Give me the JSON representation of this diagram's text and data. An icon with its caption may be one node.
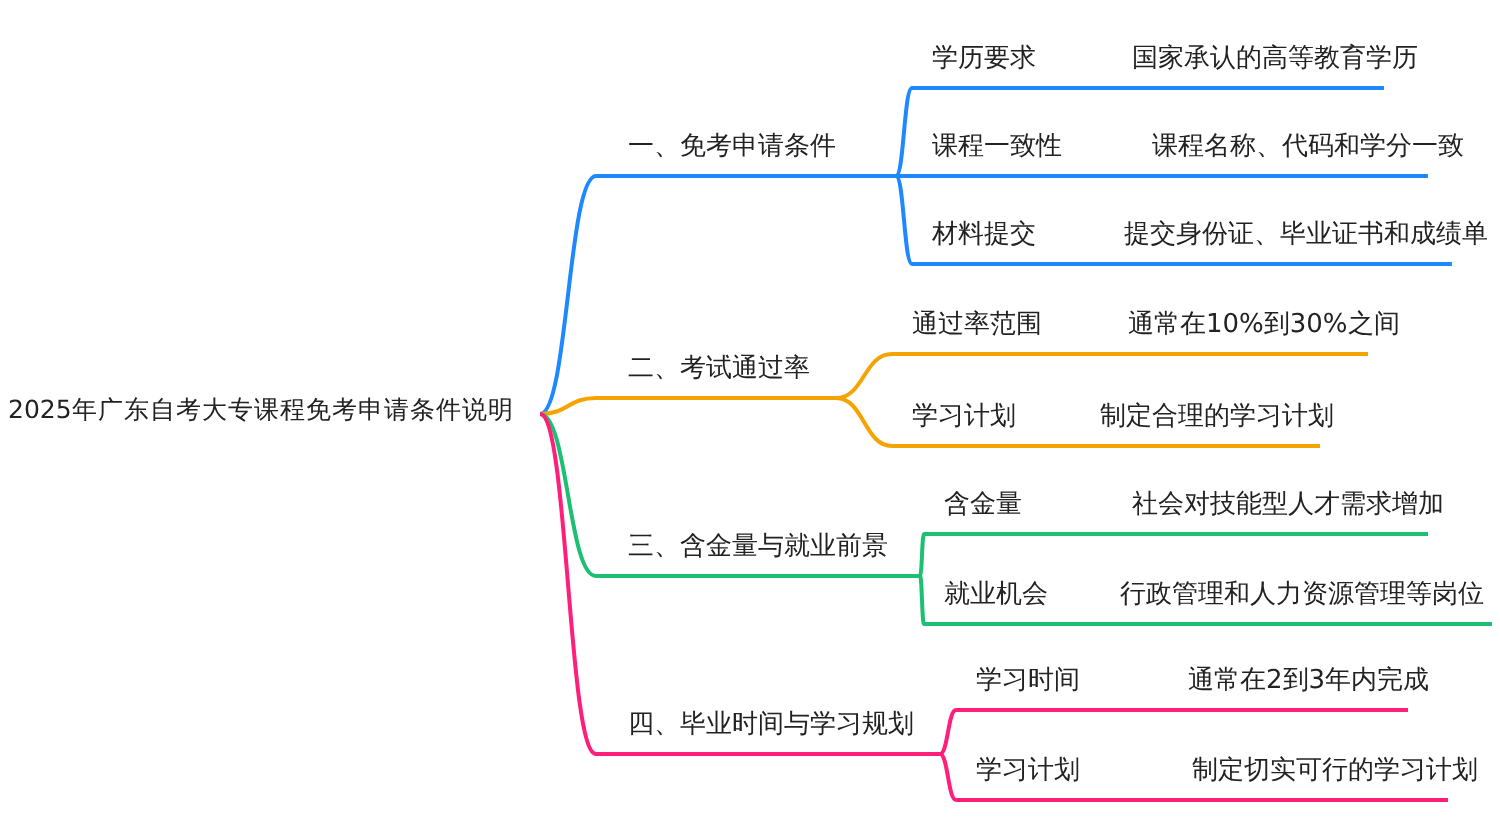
{
  "diagram": {
    "nodes": [
      {
        "text": [
          "2025年广东自考大专课程免考申请条件说明"
        ]
      },
      {
        "text": [
          "一、免考申请条件"
        ]
      },
      {
        "text": [
          "学历要求",
          "国家承认的高等教育学历"
        ]
      },
      {
        "text": [
          "课程一致性",
          "课程名称、代码和学分一致"
        ]
      },
      {
        "text": [
          "材料提交",
          "提交身份证、毕业证书和成绩单"
        ]
      },
      {
        "text": [
          "二、考试通过率"
        ]
      },
      {
        "text": [
          "通过率范围",
          "通常在10%到30%之间"
        ]
      },
      {
        "text": [
          "学习计划",
          "制定合理的学习计划"
        ]
      },
      {
        "text": [
          "三、含金量与就业前景"
        ]
      },
      {
        "text": [
          "含金量",
          "社会对技能型人才需求增加"
        ]
      },
      {
        "text": [
          "就业机会",
          "行政管理和人力资源管理等岗位"
        ]
      },
      {
        "text": [
          "四、毕业时间与学习规划"
        ]
      },
      {
        "text": [
          "学习时间",
          "通常在2到3年内完成"
        ]
      },
      {
        "text": [
          "学习计划",
          "制定切实可行的学习计划"
        ]
      }
    ],
    "edges": [
      {
        "from": 0,
        "to": 1,
        "arrow": "none",
        "color": "#1e88ff"
      },
      {
        "from": 1,
        "to": 2,
        "arrow": "none",
        "color": "#1e88ff"
      },
      {
        "from": 1,
        "to": 3,
        "arrow": "none",
        "color": "#1e88ff"
      },
      {
        "from": 1,
        "to": 4,
        "arrow": "none",
        "color": "#1e88ff"
      },
      {
        "from": 0,
        "to": 5,
        "arrow": "none",
        "color": "#f5a300"
      },
      {
        "from": 5,
        "to": 6,
        "arrow": "none",
        "color": "#f5a300"
      },
      {
        "from": 5,
        "to": 7,
        "arrow": "none",
        "color": "#f5a300"
      },
      {
        "from": 0,
        "to": 8,
        "arrow": "none",
        "color": "#1dbf73"
      },
      {
        "from": 8,
        "to": 9,
        "arrow": "none",
        "color": "#1dbf73"
      },
      {
        "from": 8,
        "to": 10,
        "arrow": "none",
        "color": "#1dbf73"
      },
      {
        "from": 0,
        "to": 11,
        "arrow": "none",
        "color": "#ff1f7a"
      },
      {
        "from": 11,
        "to": 12,
        "arrow": "none",
        "color": "#ff1f7a"
      },
      {
        "from": 11,
        "to": 13,
        "arrow": "none",
        "color": "#ff1f7a"
      }
    ]
  }
}
